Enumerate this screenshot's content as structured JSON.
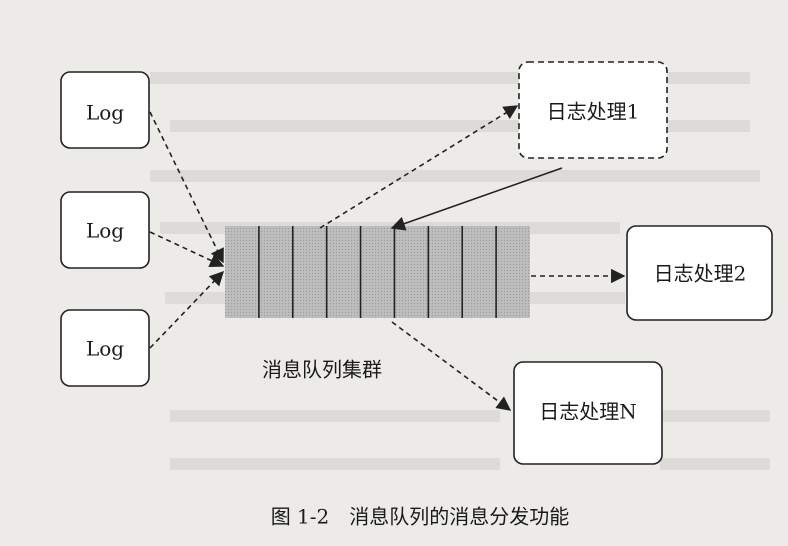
{
  "diagram": {
    "sources": [
      {
        "label": "Log"
      },
      {
        "label": "Log"
      },
      {
        "label": "Log"
      }
    ],
    "queue": {
      "label": "消息队列集群",
      "partitions": 9
    },
    "consumers": [
      {
        "label": "日志处理1",
        "style": "dashed"
      },
      {
        "label": "日志处理2",
        "style": "solid"
      },
      {
        "label": "日志处理N",
        "style": "solid"
      }
    ]
  },
  "caption": {
    "text": "图 1-2　消息队列的消息分发功能"
  }
}
